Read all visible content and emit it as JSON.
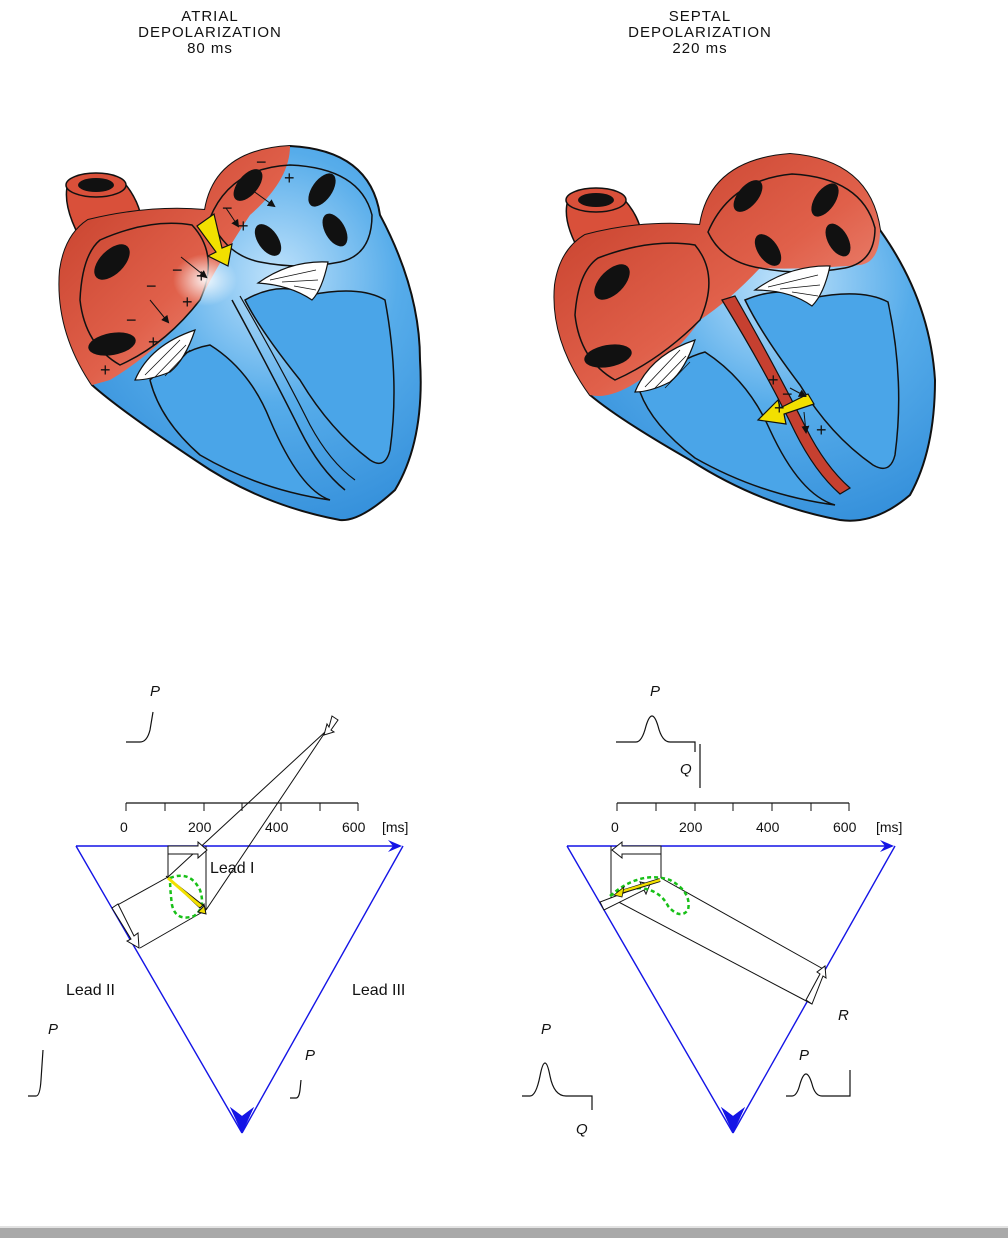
{
  "panels": [
    {
      "title_lines": [
        "ATRIAL",
        "DEPOLARIZATION",
        "80 ms"
      ],
      "axis": {
        "ticks": [
          "0",
          "200",
          "400",
          "600"
        ],
        "unit": "[ms]"
      },
      "leads": {
        "lead1": "Lead I",
        "lead2": "Lead II",
        "lead3": "Lead III"
      },
      "wave_labels": {
        "lead1_top": "P",
        "lead2": "P",
        "lead3": "P"
      }
    },
    {
      "title_lines": [
        "SEPTAL",
        "DEPOLARIZATION",
        "220 ms"
      ],
      "axis": {
        "ticks": [
          "0",
          "200",
          "400",
          "600"
        ],
        "unit": "[ms]"
      },
      "wave_labels": {
        "lead1_top": "P",
        "lead1_q": "Q",
        "lead2_p": "P",
        "lead2_q": "Q",
        "lead3_p": "P",
        "lead3_r": "R"
      }
    }
  ],
  "signs": {
    "minus": "−",
    "plus": "+"
  },
  "colors": {
    "depolarized": "#d9503a",
    "polarized": "#3a9be0",
    "triangle": "#1414e6",
    "vector_arrow": "#f2e000",
    "loop": "#18c018"
  }
}
